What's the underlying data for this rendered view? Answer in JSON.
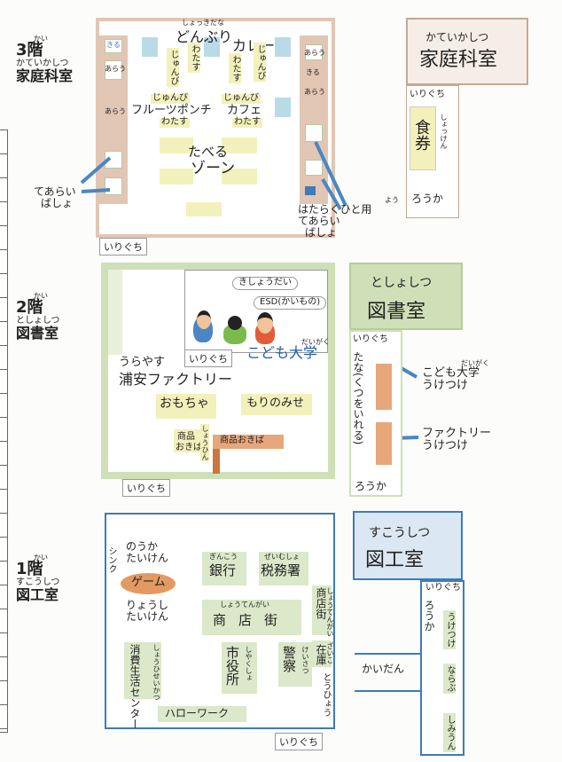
{
  "floors": {
    "f3": {
      "kai": "かい",
      "floor": "3階",
      "room_kana": "かていかしつ",
      "room": "家庭科室"
    },
    "f2": {
      "kai": "かい",
      "floor": "2階",
      "room_kana": "としょしつ",
      "room": "図書室"
    },
    "f1": {
      "kai": "かい",
      "floor": "1階",
      "room_kana": "すこうしつ",
      "room": "図工室"
    }
  },
  "room3": {
    "top_shelf": "しょっきだな",
    "donburi": "どんぶり",
    "curry": "カレー",
    "junbi": "じゅんび",
    "watasu": "わたす",
    "fruit_junbi": "じゅんび",
    "fruit": "フルーツポンチ",
    "fruit_watasu": "わたす",
    "cafe_junbi": "じゅんび",
    "cafe": "カフェ",
    "cafe_watasu": "わたす",
    "kiru": "きる",
    "arau": "あらう",
    "taberu": "たべる",
    "zone": "ゾーン",
    "tearai_1": "てあらい",
    "tearai_2": "ばしょ",
    "hataraku_ruby": "よう",
    "hataraku_1": "はたらくひと用",
    "hataraku_2": "てあらい",
    "hataraku_3": "ばしょ",
    "entrance": "いりぐち"
  },
  "room3_right": {
    "title_kana": "かていかしつ",
    "title": "家庭科室",
    "entrance": "いりぐち",
    "ticket": "食券",
    "ticket_ruby": "しょっけん",
    "corridor": "ろうか"
  },
  "room2": {
    "kisho": "きしょうだい",
    "esd": "ESD(かいもの)",
    "entrance_inner": "いりぐち",
    "kodomo_ruby": "だいがく",
    "kodomo": "こども大学",
    "urayasu": "うらやす",
    "factory": "浦安ファクトリー",
    "omocha": "おもちゃ",
    "morinomise": "もりのみせ",
    "shohin_1": "しょうひん",
    "shohin_2": "商品",
    "shohin_3": "おきば",
    "shohin_main": "商品おきば",
    "entrance": "いりぐち"
  },
  "room2_right": {
    "title_kana": "としょしつ",
    "title": "図書室",
    "entrance": "いりぐち",
    "shelf": "たな(くつをいれる)",
    "corridor": "ろうか",
    "kodomo_ruby": "だいがく",
    "kodomo_1": "こども大学",
    "kodomo_2": "うけつけ",
    "factory_1": "ファクトリー",
    "factory_2": "うけつけ"
  },
  "room1": {
    "sink": "シンク",
    "noka_1": "のうか",
    "noka_2": "たいけん",
    "game": "ゲーム",
    "ryoshi_1": "りょうし",
    "ryoshi_2": "たいけん",
    "bank_ruby": "ぎんこう",
    "bank": "銀行",
    "tax_ruby": "ぜいむしょ",
    "tax": "税務署",
    "shop_ruby": "しょうてんがい",
    "shop": "商店街",
    "shopko": "商店街",
    "shopko_ruby": "しょうてんがい",
    "zaiko": "在庫",
    "zaiko_ruby": "ざいこ",
    "toko": "とうひょう",
    "shiyakusho": "市役所",
    "shiyakusho_ruby": "しやくしょ",
    "keisatsu": "警察",
    "keisatsu_ruby": "けいさつ",
    "shohi": "消費生活センター",
    "shohi_ruby": "しょうひせいかつ",
    "hello": "ハローワーク",
    "entrance": "いりぐち",
    "kaidan": "かいだん"
  },
  "room1_right": {
    "title_kana": "すこうしつ",
    "title": "図工室",
    "entrance": "いりぐち",
    "corridor": "ろうか",
    "uketsuke": "うけつけ",
    "narabu": "ならぶ",
    "shimiun": "しみうん"
  },
  "colors": {
    "pink_wall": "#e2c6b4",
    "tan_box": "#f6eee6",
    "green_wall": "#cfe0b8",
    "blue_wall": "#3d7cb8",
    "arrow": "#4a86c4",
    "game": "#e39a62",
    "orange": "#e7a77b"
  }
}
